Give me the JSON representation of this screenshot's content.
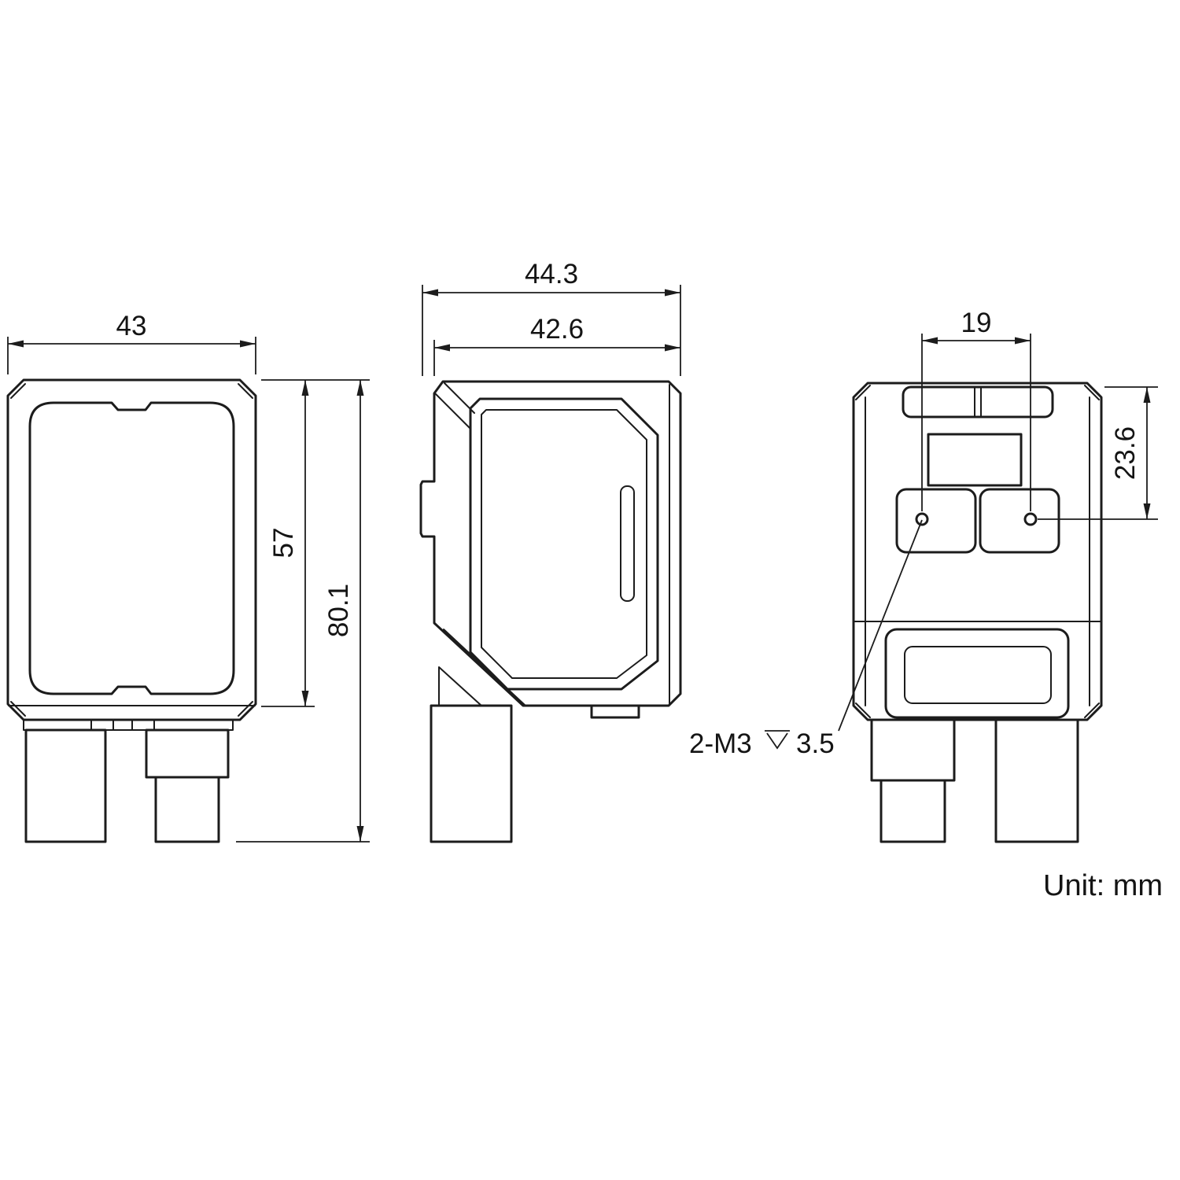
{
  "unit": {
    "label": "Unit: mm"
  },
  "dims": {
    "front_width": "43",
    "front_body_height": "57",
    "front_total_height": "80.1",
    "side_total_depth": "44.3",
    "side_body_depth": "42.6",
    "rear_hole_spacing": "19",
    "rear_hole_vertical": "23.6"
  },
  "callout": {
    "prefix": "2-M3",
    "value": "3.5",
    "symbol": "depth"
  },
  "style": {
    "line_color": "#1c1c1c",
    "background": "#ffffff"
  }
}
